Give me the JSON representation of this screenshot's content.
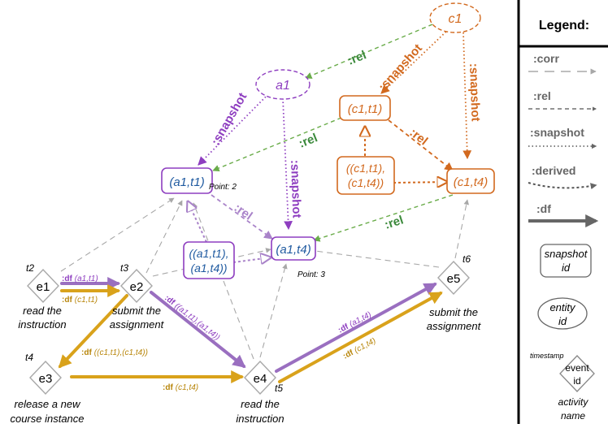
{
  "colors": {
    "purple": "#8e3ec0",
    "purple_light": "#a983c9",
    "orange": "#d2691e",
    "gold": "#d9a21b",
    "green": "#6aac4a",
    "green_text": "#3c8a3c",
    "gray": "#a8a8a8",
    "blue_text": "#1f5aa0"
  },
  "legend": {
    "title": "Legend:",
    "corr": ":corr",
    "rel": ":rel",
    "snapshot": ":snapshot",
    "derived": ":derived",
    "df": ":df",
    "snapshot_node_line1": "snapshot",
    "snapshot_node_line2": "id",
    "entity_node_line1": "entity",
    "entity_node_line2": "id",
    "timestamp": "timestamp",
    "event_node_line1": "event",
    "event_node_line2": "id",
    "activity_line1": "activity",
    "activity_line2": "name"
  },
  "entities": {
    "c1": "c1",
    "a1": "a1"
  },
  "snapshots": {
    "a1t1": {
      "open": "(",
      "entity": "a1",
      "sep": ",",
      "time": "t1",
      "close": ")"
    },
    "a1t4": {
      "open": "(",
      "entity": "a1",
      "sep": ",",
      "time": "t4",
      "close": ")"
    },
    "c1t1": {
      "open": "(",
      "entity": "c1",
      "sep": ",",
      "time": "t1",
      "close": ")"
    },
    "c1t4": {
      "open": "(",
      "entity": "c1",
      "sep": ",",
      "time": "t4",
      "close": ")"
    }
  },
  "derived_nodes": {
    "a_line1": "((a1,t1),",
    "a_line2": "(a1,t4))",
    "c_line1": "((c1,t1),",
    "c_line2": "(c1,t4))"
  },
  "points": {
    "p2": "Point: 2",
    "p3": "Point: 3"
  },
  "events": {
    "e1": {
      "id": "e1",
      "time": "t2",
      "activity_line1": "read the",
      "activity_line2": "instruction"
    },
    "e2": {
      "id": "e2",
      "time": "t3",
      "activity_line1": "submit the",
      "activity_line2": "assignment"
    },
    "e3": {
      "id": "e3",
      "time": "t4",
      "activity_line1": "release a new",
      "activity_line2": "course instance"
    },
    "e4": {
      "id": "e4",
      "time": "t5",
      "activity_line1": "read the",
      "activity_line2": "instruction"
    },
    "e5": {
      "id": "e5",
      "time": "t6",
      "activity_line1": "submit the",
      "activity_line2": "assignment"
    }
  },
  "edge_labels": {
    "rel": ":rel",
    "snapshot": ":snapshot",
    "df_prefix": ":df",
    "df_e1e2_a": "(a1,t1)",
    "df_e1e2_c": "(c1,t1)",
    "df_e2e3": "((c1,t1),(c1,t4))",
    "df_e2e4": "((a1,t1),(a1,t4))",
    "df_e3e4": "(c1,t4)",
    "df_e4e5_a": "(a1,t4)",
    "df_e4e5_c": "(c1,t4)"
  }
}
